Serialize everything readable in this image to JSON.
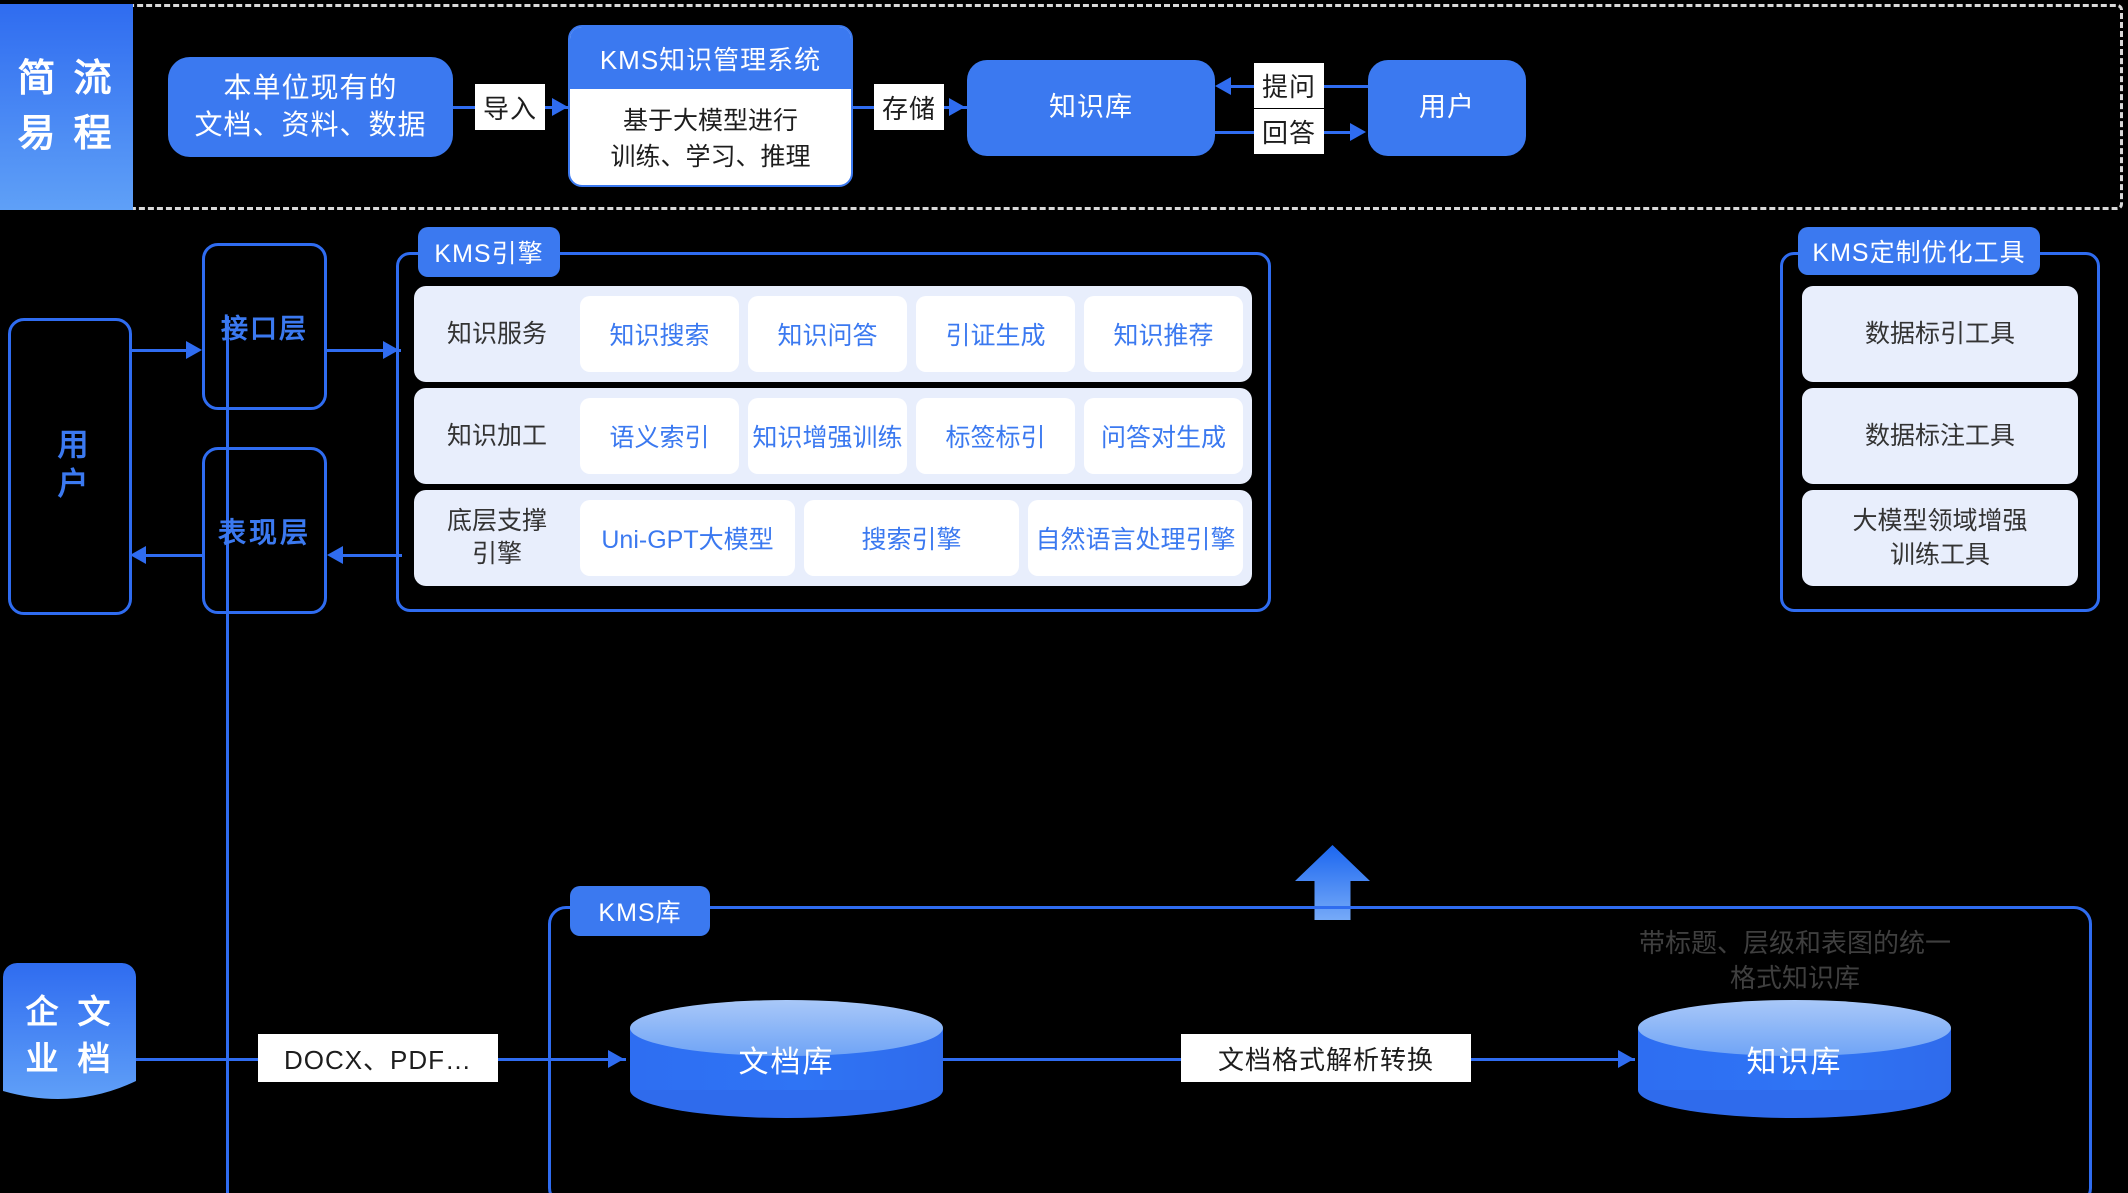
{
  "flow": {
    "tag_chars": [
      [
        "简",
        "流"
      ],
      [
        "易",
        "程"
      ]
    ],
    "source_docs": "本单位现有的\n文档、资料、数据",
    "source_docs_line1": "本单位现有的",
    "source_docs_line2": "文档、资料、数据",
    "import_label": "导入",
    "kms_system_title": "KMS知识管理系统",
    "kms_system_body_line1": "基于大模型进行",
    "kms_system_body_line2": "训练、学习、推理",
    "store_label": "存储",
    "knowledge_base": "知识库",
    "ask_label": "提问",
    "answer_label": "回答",
    "user": "用户"
  },
  "arch": {
    "user_label": "用户",
    "interface_layer": "接口层",
    "presentation_layer": "表现层",
    "kms_engine_tag": "KMS引擎",
    "engine_rows": [
      {
        "label": "知识服务",
        "chips": [
          "知识搜索",
          "知识问答",
          "引证生成",
          "知识推荐"
        ]
      },
      {
        "label": "知识加工",
        "chips": [
          "语义索引",
          "知识增强训练",
          "标签标引",
          "问答对生成"
        ]
      },
      {
        "label": "底层支撑\n引擎",
        "label_line1": "底层支撑",
        "label_line2": "引擎",
        "chips": [
          "Uni-GPT大模型",
          "搜索引擎",
          "自然语言处理引擎"
        ]
      }
    ],
    "tools_tag": "KMS定制优化工具",
    "tools": [
      {
        "label": "数据标引工具"
      },
      {
        "label": "数据标注工具"
      },
      {
        "label_line1": "大模型领域增强",
        "label_line2": "训练工具"
      }
    ]
  },
  "storage": {
    "enterprise_docs_chars": [
      [
        "企",
        "文"
      ],
      [
        "业",
        "档"
      ]
    ],
    "format_label": "DOCX、PDF…",
    "kms_db_tag": "KMS库",
    "doc_db": "文档库",
    "parse_label": "文档格式解析转换",
    "knowledge_db": "知识库",
    "kb_note_line1": "带标题、层级和表图的统一",
    "kb_note_line2": "格式知识库"
  },
  "colors": {
    "accent": "#3b79f0",
    "line": "#2f6cf0",
    "chip_bg": "#e8eefc",
    "background": "#000000"
  }
}
